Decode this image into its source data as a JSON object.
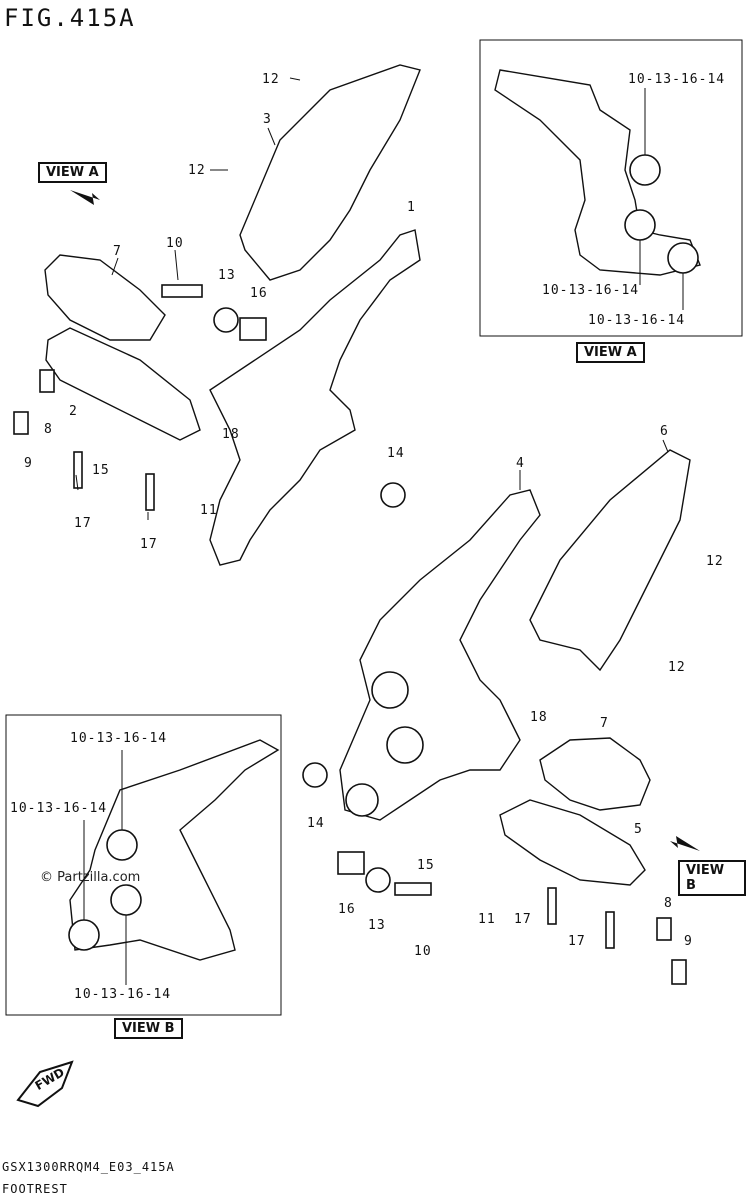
{
  "title": "FIG.415A",
  "views": {
    "a": "VIEW A",
    "b": "VIEW B",
    "a_box": "VIEW A",
    "b_box": "VIEW B"
  },
  "view_a_callouts": {
    "top": "10-13-16-14",
    "mid": "10-13-16-14",
    "bottom": "10-13-16-14"
  },
  "view_b_callouts": {
    "top": "10-13-16-14",
    "left": "10-13-16-14",
    "bottom": "10-13-16-14"
  },
  "callouts": {
    "c12a": "12",
    "c3": "3",
    "c12b": "12",
    "c1": "1",
    "c7a": "7",
    "c10a": "10",
    "c13a": "13",
    "c16a": "16",
    "c2": "2",
    "c8a": "8",
    "c9a": "9",
    "c18a": "18",
    "c15a": "15",
    "c14a": "14",
    "c17a": "17",
    "c11a": "11",
    "c17b": "17",
    "c4": "4",
    "c6": "6",
    "c12c": "12",
    "c12d": "12",
    "c18b": "18",
    "c7b": "7",
    "c14b": "14",
    "c5": "5",
    "c15b": "15",
    "c16b": "16",
    "c11b": "11",
    "c17c": "17",
    "c13b": "13",
    "c10b": "10",
    "c8b": "8",
    "c17d": "17",
    "c9b": "9"
  },
  "fwd": "FWD",
  "watermark": "© Partzilla.com",
  "footer": {
    "code": "GSX1300RRQM4_E03_415A",
    "name": "FOOTREST"
  }
}
